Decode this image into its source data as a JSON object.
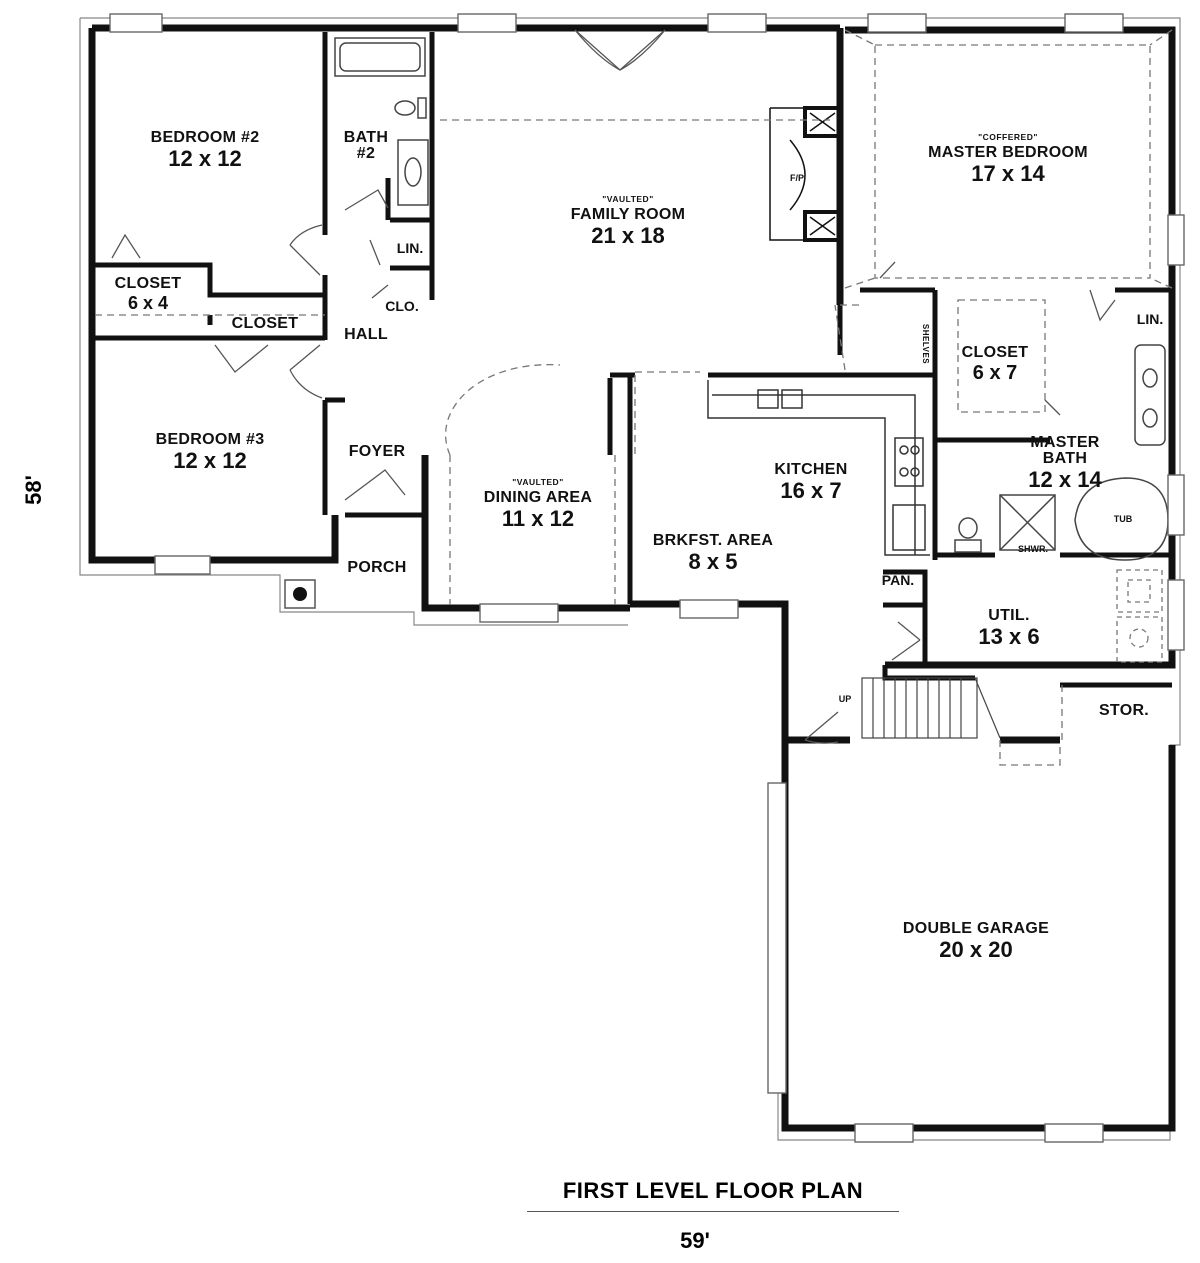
{
  "title": "FIRST LEVEL FLOOR PLAN",
  "dimensions": {
    "width": "59'",
    "depth": "58'"
  },
  "rooms": {
    "bedroom2": {
      "name": "BEDROOM #2",
      "size": "12 x 12"
    },
    "bath2": {
      "name": "BATH",
      "name2": "#2"
    },
    "family": {
      "note": "\"VAULTED\"",
      "name": "FAMILY ROOM",
      "size": "21 x 18"
    },
    "fireplace": {
      "name": "F/P"
    },
    "master": {
      "note": "\"COFFERED\"",
      "name": "MASTER BEDROOM",
      "size": "17 x 14"
    },
    "closet64": {
      "name": "CLOSET",
      "size": "6 x 4"
    },
    "closet_hall": {
      "name": "CLOSET"
    },
    "lin1": {
      "name": "LIN."
    },
    "clo": {
      "name": "CLO."
    },
    "hall": {
      "name": "HALL"
    },
    "shelves": {
      "name": "SHELVES"
    },
    "closet67": {
      "name": "CLOSET",
      "size": "6 x 7"
    },
    "lin2": {
      "name": "LIN."
    },
    "bedroom3": {
      "name": "BEDROOM #3",
      "size": "12 x 12"
    },
    "foyer": {
      "name": "FOYER"
    },
    "dining": {
      "note": "\"VAULTED\"",
      "name": "DINING AREA",
      "size": "11 x 12"
    },
    "kitchen": {
      "name": "KITCHEN",
      "size": "16 x 7"
    },
    "master_bath": {
      "name": "MASTER",
      "name2": "BATH",
      "size": "12 x 14"
    },
    "tub": {
      "name": "TUB"
    },
    "shower": {
      "name": "SHWR."
    },
    "brkfst": {
      "name": "BRKFST. AREA",
      "size": "8 x 5"
    },
    "porch": {
      "name": "PORCH"
    },
    "pan": {
      "name": "PAN."
    },
    "util": {
      "name": "UTIL.",
      "size": "13 x 6"
    },
    "up": {
      "name": "UP"
    },
    "stor": {
      "name": "STOR."
    },
    "garage": {
      "name": "DOUBLE GARAGE",
      "size": "20 x 20"
    }
  }
}
